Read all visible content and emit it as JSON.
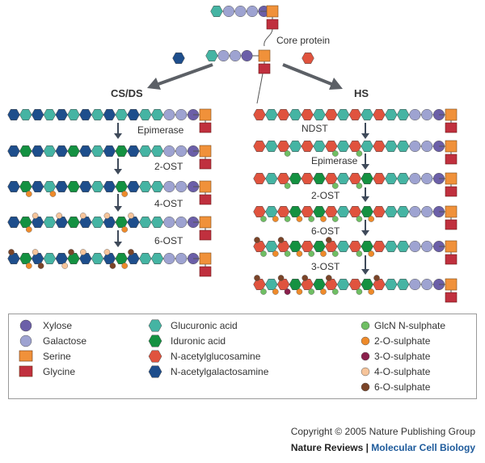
{
  "top": {
    "chain": [
      "gal",
      "gal",
      "gal",
      "xyl"
    ],
    "core_label": "Core protein"
  },
  "branch": {
    "left_label": "CS/DS",
    "right_label": "HS",
    "left_free": "galnac",
    "right_free": "glcnac",
    "center_chain": [
      "glc",
      "gal",
      "gal",
      "xyl"
    ]
  },
  "cs_pathway": {
    "enzymes": [
      "Epimerase",
      "2-OST",
      "4-OST",
      "6-OST"
    ],
    "rows": [
      {
        "units": [
          "galnac",
          "glc",
          "galnac",
          "glc",
          "galnac",
          "glc",
          "galnac",
          "glc",
          "galnac",
          "glc",
          "galnac",
          "glc",
          "glc",
          "gal",
          "gal",
          "xyl"
        ],
        "subs": []
      },
      {
        "units": [
          "galnac",
          "ido",
          "galnac",
          "glc",
          "galnac",
          "ido",
          "galnac",
          "glc",
          "galnac",
          "ido",
          "galnac",
          "glc",
          "glc",
          "gal",
          "gal",
          "xyl"
        ],
        "subs": []
      },
      {
        "units": [
          "galnac",
          "ido",
          "galnac",
          "glc",
          "galnac",
          "ido",
          "galnac",
          "glc",
          "galnac",
          "ido",
          "galnac",
          "glc",
          "glc",
          "gal",
          "gal",
          "xyl"
        ],
        "subs": [
          [
            1,
            "o2",
            "b"
          ],
          [
            3,
            "o2",
            "b"
          ],
          [
            9,
            "o2",
            "b"
          ]
        ]
      },
      {
        "units": [
          "galnac",
          "ido",
          "galnac",
          "glc",
          "galnac",
          "ido",
          "galnac",
          "glc",
          "galnac",
          "ido",
          "galnac",
          "glc",
          "glc",
          "gal",
          "gal",
          "xyl"
        ],
        "subs": [
          [
            1,
            "o2",
            "b"
          ],
          [
            2,
            "o4",
            "t"
          ],
          [
            4,
            "o4",
            "t"
          ],
          [
            6,
            "o4",
            "t"
          ],
          [
            8,
            "o4",
            "t"
          ],
          [
            9,
            "o2",
            "b"
          ],
          [
            10,
            "o4",
            "t"
          ]
        ]
      },
      {
        "units": [
          "galnac",
          "ido",
          "galnac",
          "glc",
          "galnac",
          "ido",
          "galnac",
          "glc",
          "galnac",
          "ido",
          "galnac",
          "glc",
          "glc",
          "gal",
          "gal",
          "xyl"
        ],
        "subs": [
          [
            0,
            "o6",
            "t"
          ],
          [
            1,
            "o2",
            "b"
          ],
          [
            2,
            "o4",
            "t"
          ],
          [
            2,
            "o6",
            "b"
          ],
          [
            4,
            "o4",
            "b"
          ],
          [
            5,
            "o6",
            "t"
          ],
          [
            6,
            "o4",
            "t"
          ],
          [
            8,
            "o4",
            "t"
          ],
          [
            8,
            "o6",
            "b"
          ],
          [
            9,
            "o2",
            "b"
          ],
          [
            10,
            "o6",
            "t"
          ]
        ]
      }
    ]
  },
  "hs_pathway": {
    "enzymes": [
      "NDST",
      "Epimerase",
      "2-OST",
      "6-OST",
      "3-OST"
    ],
    "rows": [
      {
        "units": [
          "glcnac",
          "glc",
          "glcnac",
          "glc",
          "glcnac",
          "glc",
          "glcnac",
          "glc",
          "glcnac",
          "glc",
          "glcnac",
          "glc",
          "glc",
          "gal",
          "gal",
          "xyl"
        ],
        "subs": []
      },
      {
        "units": [
          "glcnac",
          "glc",
          "glcnac",
          "glc",
          "glcnac",
          "glc",
          "glcnac",
          "glc",
          "glcnac",
          "glc",
          "glcnac",
          "glc",
          "glc",
          "gal",
          "gal",
          "xyl"
        ],
        "subs": [
          [
            2,
            "ns",
            "b"
          ],
          [
            6,
            "ns",
            "b"
          ],
          [
            8,
            "ns",
            "b"
          ]
        ]
      },
      {
        "units": [
          "glcnac",
          "glc",
          "glcnac",
          "ido",
          "glcnac",
          "ido",
          "glcnac",
          "glc",
          "glcnac",
          "ido",
          "glcnac",
          "glc",
          "glc",
          "gal",
          "gal",
          "xyl"
        ],
        "subs": [
          [
            2,
            "ns",
            "b"
          ],
          [
            6,
            "ns",
            "b"
          ],
          [
            8,
            "ns",
            "b"
          ]
        ]
      },
      {
        "units": [
          "glcnac",
          "glc",
          "glcnac",
          "ido",
          "glcnac",
          "ido",
          "glcnac",
          "glc",
          "glcnac",
          "ido",
          "glcnac",
          "glc",
          "glc",
          "gal",
          "gal",
          "xyl"
        ],
        "subs": [
          [
            0,
            "ns",
            "b"
          ],
          [
            1,
            "o2",
            "b"
          ],
          [
            2,
            "ns",
            "b"
          ],
          [
            3,
            "o2",
            "b"
          ],
          [
            4,
            "ns",
            "b"
          ],
          [
            5,
            "o2",
            "b"
          ],
          [
            6,
            "ns",
            "b"
          ],
          [
            8,
            "ns",
            "b"
          ],
          [
            9,
            "o2",
            "b"
          ]
        ]
      },
      {
        "units": [
          "glcnac",
          "glc",
          "glcnac",
          "ido",
          "glcnac",
          "ido",
          "glcnac",
          "glc",
          "glcnac",
          "ido",
          "glcnac",
          "glc",
          "glc",
          "gal",
          "gal",
          "xyl"
        ],
        "subs": [
          [
            0,
            "ns",
            "b"
          ],
          [
            0,
            "o6",
            "t"
          ],
          [
            1,
            "o2",
            "b"
          ],
          [
            2,
            "ns",
            "b"
          ],
          [
            2,
            "o6",
            "t"
          ],
          [
            3,
            "o2",
            "b"
          ],
          [
            4,
            "ns",
            "b"
          ],
          [
            5,
            "o2",
            "b"
          ],
          [
            6,
            "ns",
            "b"
          ],
          [
            6,
            "o6",
            "t"
          ],
          [
            8,
            "ns",
            "b"
          ],
          [
            9,
            "o2",
            "b"
          ]
        ]
      },
      {
        "units": [
          "glcnac",
          "glc",
          "glcnac",
          "ido",
          "glcnac",
          "ido",
          "glcnac",
          "glc",
          "glcnac",
          "ido",
          "glcnac",
          "glc",
          "glc",
          "gal",
          "gal",
          "xyl"
        ],
        "subs": [
          [
            0,
            "ns",
            "b"
          ],
          [
            0,
            "o6",
            "t"
          ],
          [
            1,
            "o2",
            "b"
          ],
          [
            2,
            "ns",
            "b"
          ],
          [
            2,
            "o3",
            "b"
          ],
          [
            2,
            "o6",
            "t"
          ],
          [
            3,
            "o2",
            "b"
          ],
          [
            4,
            "ns",
            "b"
          ],
          [
            4,
            "o6",
            "t"
          ],
          [
            5,
            "o2",
            "b"
          ],
          [
            6,
            "ns",
            "b"
          ],
          [
            6,
            "o6",
            "t"
          ],
          [
            8,
            "ns",
            "b"
          ],
          [
            9,
            "o2",
            "b"
          ],
          [
            10,
            "o6",
            "t"
          ]
        ]
      }
    ]
  },
  "legend": {
    "col1": [
      {
        "key": "xyl",
        "label": "Xylose"
      },
      {
        "key": "gal",
        "label": "Galactose"
      },
      {
        "key": "ser",
        "label": "Serine"
      },
      {
        "key": "gly",
        "label": "Glycine"
      }
    ],
    "col2": [
      {
        "key": "glc",
        "label": "Glucuronic acid"
      },
      {
        "key": "ido",
        "label": "Iduronic acid"
      },
      {
        "key": "glcnac",
        "label": "N-acetylglucosamine"
      },
      {
        "key": "galnac",
        "label": "N-acetylgalactosamine"
      }
    ],
    "col3": [
      {
        "key": "ns",
        "label": "GlcN N-sulphate"
      },
      {
        "key": "o2",
        "label": "2-O-sulphate"
      },
      {
        "key": "o3",
        "label": "3-O-sulphate"
      },
      {
        "key": "o4",
        "label": "4-O-sulphate"
      },
      {
        "key": "o6",
        "label": "6-O-sulphate"
      }
    ]
  },
  "footer": {
    "copyright": "Copyright © 2005 Nature Publishing Group",
    "journal_a": "Nature Reviews | ",
    "journal_b": "Molecular Cell Biology"
  },
  "colors": {
    "xyl": "#6b5fa8",
    "gal": "#9ea3d1",
    "ser": "#f0913a",
    "gly": "#c0303e",
    "glc": "#45b4a3",
    "ido": "#149141",
    "glcnac": "#e0533e",
    "galnac": "#1e4e8c",
    "ns": "#6fbe63",
    "o2": "#ee8a2a",
    "o3": "#8a1f4c",
    "o4": "#f6c49a",
    "o6": "#7a4428"
  }
}
